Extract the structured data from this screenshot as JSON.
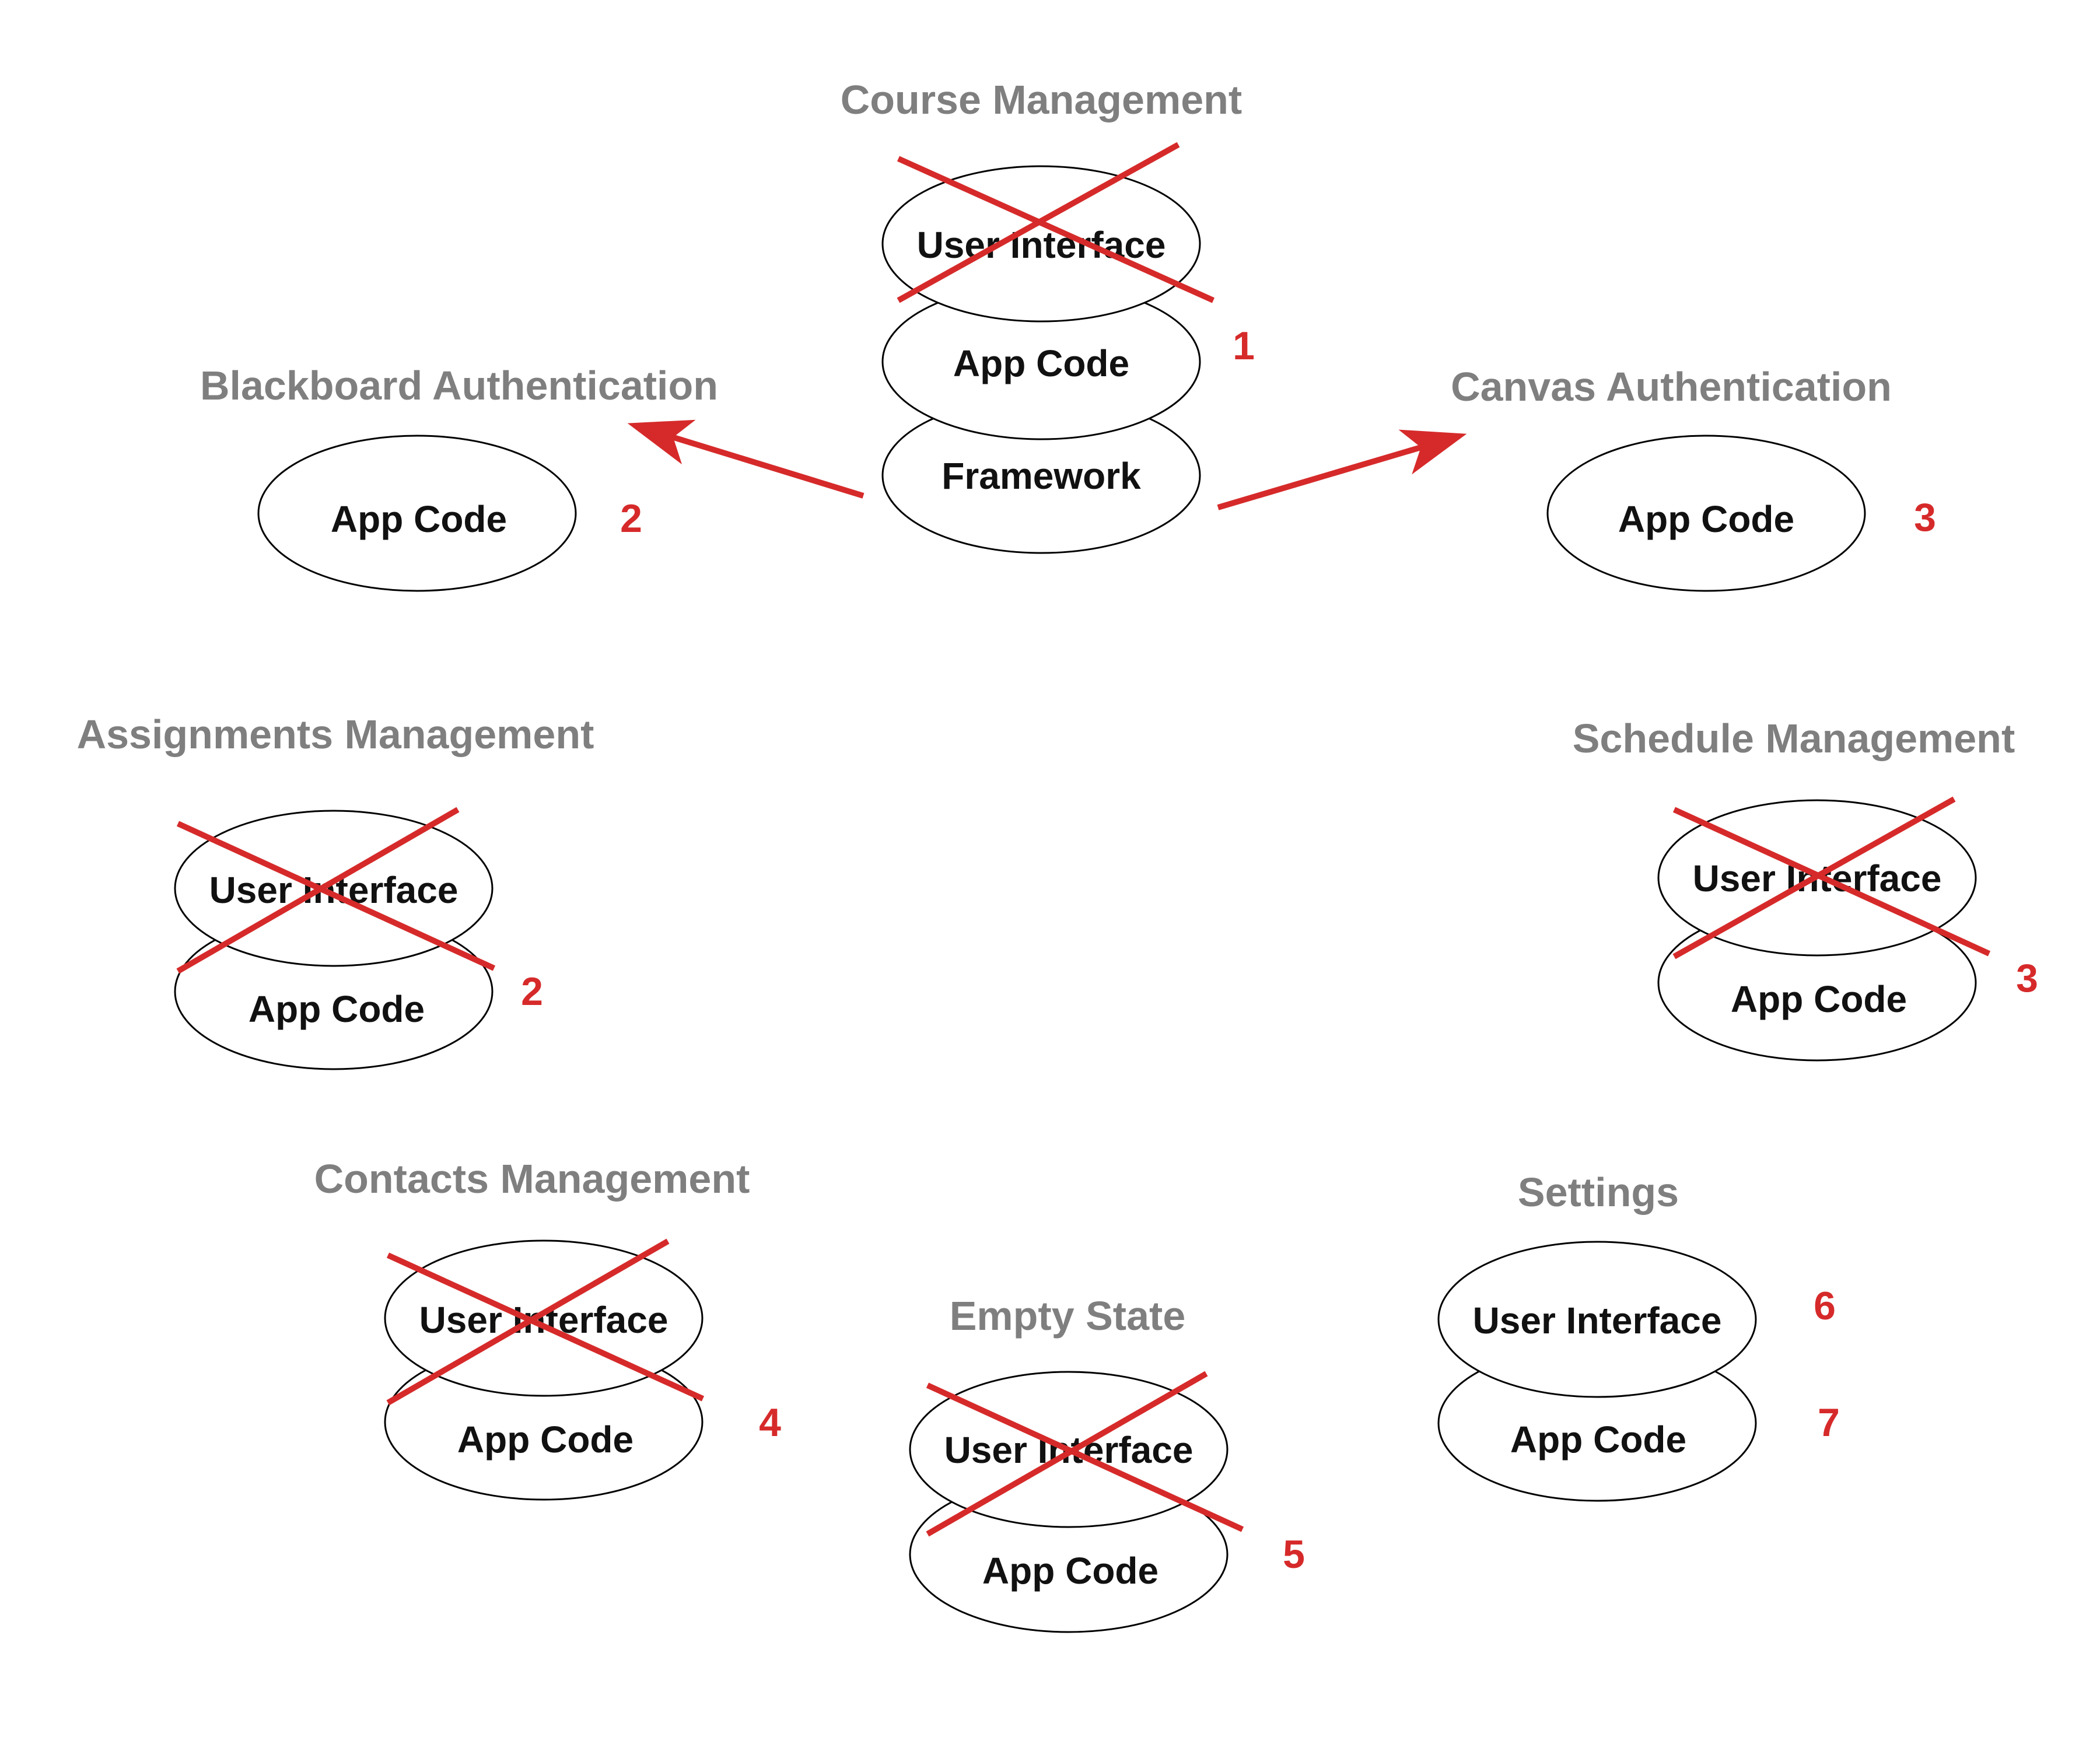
{
  "accent": "#d62a2a",
  "title_color": "#7f7f7f",
  "modules": [
    {
      "id": "course-management",
      "title": "Course Management",
      "layers": [
        {
          "label": "User Interface",
          "crossed": true
        },
        {
          "label": "App Code",
          "crossed": false
        },
        {
          "label": "Framework",
          "crossed": false
        }
      ],
      "badges": [
        "1"
      ]
    },
    {
      "id": "blackboard-authentication",
      "title": "Blackboard Authentication",
      "layers": [
        {
          "label": "App Code",
          "crossed": false
        }
      ],
      "badges": [
        "2"
      ]
    },
    {
      "id": "canvas-authentication",
      "title": "Canvas Authentication",
      "layers": [
        {
          "label": "App Code",
          "crossed": false
        }
      ],
      "badges": [
        "3"
      ]
    },
    {
      "id": "assignments-management",
      "title": "Assignments Management",
      "layers": [
        {
          "label": "User Interface",
          "crossed": true
        },
        {
          "label": "App Code",
          "crossed": false
        }
      ],
      "badges": [
        "2"
      ]
    },
    {
      "id": "schedule-management",
      "title": "Schedule Management",
      "layers": [
        {
          "label": "User Interface",
          "crossed": true
        },
        {
          "label": "App Code",
          "crossed": false
        }
      ],
      "badges": [
        "3"
      ]
    },
    {
      "id": "contacts-management",
      "title": "Contacts Management",
      "layers": [
        {
          "label": "User Interface",
          "crossed": true
        },
        {
          "label": "App Code",
          "crossed": false
        }
      ],
      "badges": [
        "4"
      ]
    },
    {
      "id": "empty-state",
      "title": "Empty State",
      "layers": [
        {
          "label": "User Interface",
          "crossed": true
        },
        {
          "label": "App Code",
          "crossed": false
        }
      ],
      "badges": [
        "5"
      ]
    },
    {
      "id": "settings",
      "title": "Settings",
      "layers": [
        {
          "label": "User Interface",
          "crossed": false
        },
        {
          "label": "App Code",
          "crossed": false
        }
      ],
      "badges": [
        "6",
        "7"
      ]
    }
  ],
  "arrows": [
    {
      "from": "course-management",
      "to": "blackboard-authentication"
    },
    {
      "from": "course-management",
      "to": "canvas-authentication"
    }
  ]
}
